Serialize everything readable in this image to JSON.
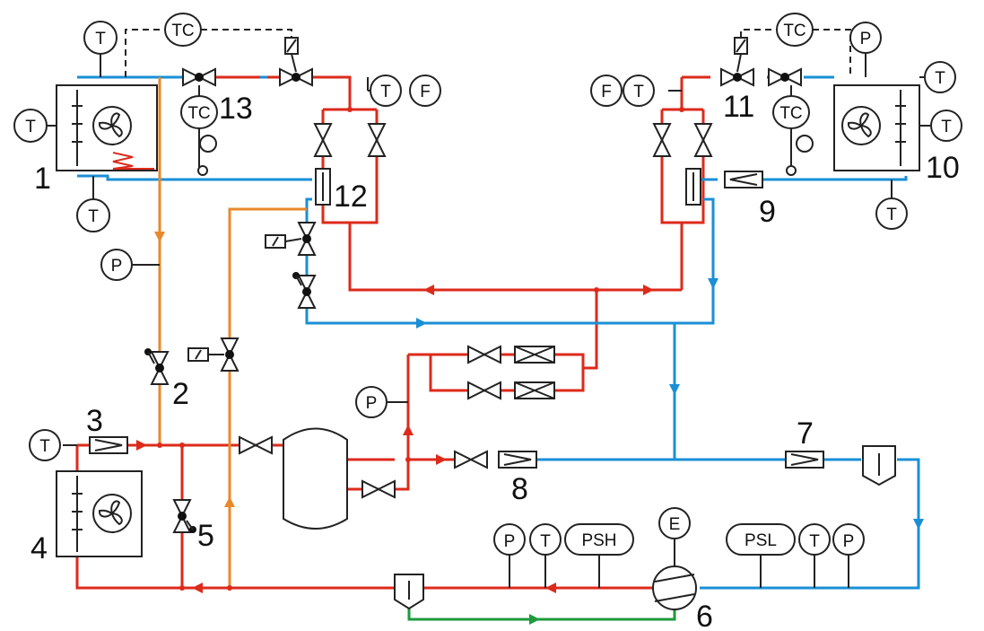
{
  "colors": {
    "discharge": "#dd2a1b",
    "suction": "#1a8fd6",
    "liquid": "#e8892b",
    "oil": "#1e9a3c",
    "frame": "#222222"
  },
  "instruments": {
    "T": "T",
    "P": "P",
    "F": "F",
    "TC": "TC",
    "E": "E",
    "PSH": "PSH",
    "PSL": "PSL"
  },
  "numbers": {
    "n1": "1",
    "n2": "2",
    "n3": "3",
    "n4": "4",
    "n5": "5",
    "n6": "6",
    "n7": "7",
    "n8": "8",
    "n9": "9",
    "n10": "10",
    "n11": "11",
    "n12": "12",
    "n13": "13"
  }
}
